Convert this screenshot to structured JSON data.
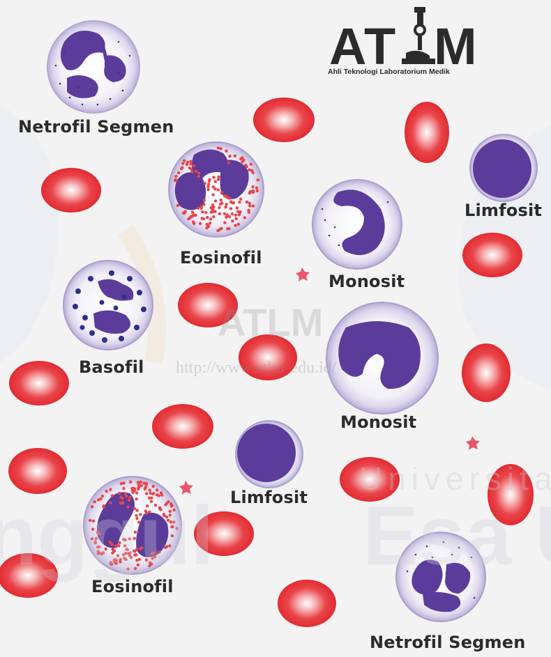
{
  "logo": {
    "letters": [
      "A",
      "T",
      "M"
    ],
    "subtitle": "Ahli Teknologi Laboratorium Medik"
  },
  "watermark": {
    "title": "ATLM",
    "url": "http://www.atlm-edu.id/",
    "university": "Universitas",
    "esa": "Esa U",
    "left_fragment": "nggul"
  },
  "labels": {
    "netrofil_top": "Netrofil Segmen",
    "eosinofil_top": "Eosinofil",
    "limfosit_right": "Limfosit",
    "monosit_top": "Monosit",
    "basofil": "Basofil",
    "monosit_big": "Monosit",
    "limfosit_center": "Limfosit",
    "eosinofil_bottom": "Eosinofil",
    "netrofil_bottom": "Netrofil Segmen"
  },
  "colors": {
    "background": "#f3f3f3",
    "rbc": "#e53539",
    "nucleus": "#5a3b9a",
    "cytoplasm": "#d9d4ea",
    "granule_eos": "#e7464a",
    "granule_baso": "#2f2f8e",
    "label": "#2b2b2b"
  }
}
